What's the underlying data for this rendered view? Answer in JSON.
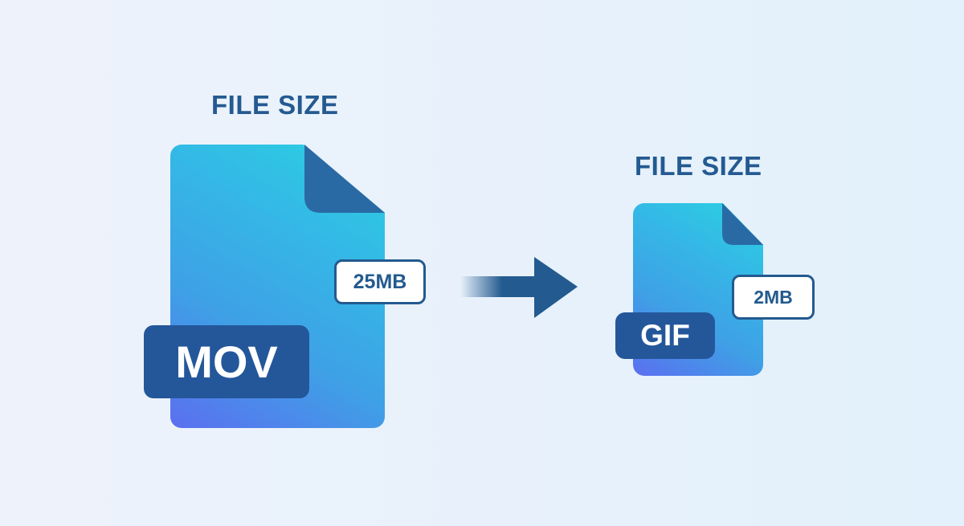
{
  "source_file": {
    "heading": "FILE SIZE",
    "format": "MOV",
    "size": "25MB"
  },
  "target_file": {
    "heading": "FILE SIZE",
    "format": "GIF",
    "size": "2MB"
  },
  "arrow": {
    "icon": "arrow-right-icon",
    "color": "#235a8f"
  },
  "colors": {
    "heading": "#245a91",
    "file_gradient_start": "#5b6ff0",
    "file_gradient_end": "#2ad2e2",
    "fold": "#2a6aa4",
    "type_badge": "#24579a",
    "size_badge_border": "#235a8f"
  }
}
